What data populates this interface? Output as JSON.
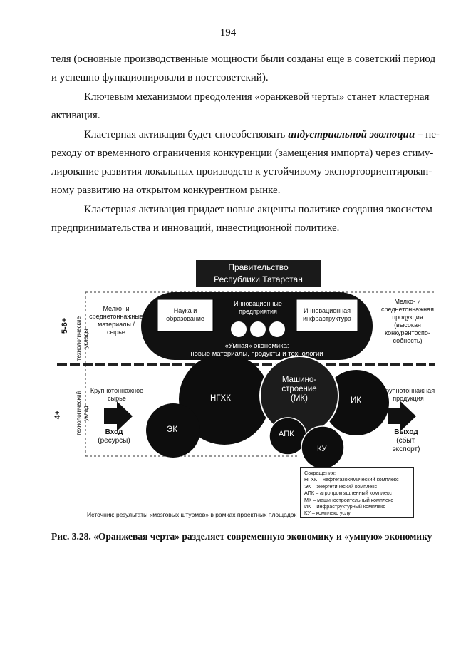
{
  "page_number": "194",
  "paragraphs": [
    {
      "lines": [
        "теля (основные производственные мощности были созданы еще в советский период",
        "и успешно функционировали в постсоветский)."
      ]
    },
    {
      "lines": [
        "Ключевым механизмом преодоления «оранжевой черты» станет кластерная",
        "активация."
      ]
    },
    {
      "line1_before": "Кластерная активация будет способствовать ",
      "line1_emph": "индустриальной эволюции",
      "line1_after": " – пе-",
      "lines": [
        "реходу от временного ограничения конкуренции (замещения импорта) через стиму-",
        "лирование развития локальных производств к устойчивому экспортоориентирован-",
        "ному развитию на открытом конкурентном рынке."
      ]
    },
    {
      "lines": [
        "Кластерная активация придает новые акценты политике создания экосистем",
        "предпринимательства и инноваций, инвестиционной политике."
      ]
    }
  ],
  "figure": {
    "government": [
      "Правительство",
      "Республики Татарстан"
    ],
    "upper_level": {
      "title": "5-6+",
      "subtitle": [
        "технологические",
        "уклады"
      ]
    },
    "lower_level": {
      "title": "4+",
      "subtitle": [
        "технологический",
        "уклад"
      ]
    },
    "left_top": [
      "Мелко- и",
      "среднетоннажные",
      "материалы /",
      "сырье"
    ],
    "right_top": [
      "Мелко- и",
      "среднетоннажная",
      "продукция",
      "(высокая",
      "конкурентоспо-",
      "собность)"
    ],
    "science": [
      "Наука и",
      "образование"
    ],
    "innov_enterprises": [
      "Инновационные",
      "предприятия"
    ],
    "innov_infra": [
      "Инновационная",
      "инфраструктура"
    ],
    "smart_economy": [
      "«Умная» экономика:",
      "новые материалы, продукты и технологии"
    ],
    "left_bottom": [
      "Крупнотоннажное",
      "сырье"
    ],
    "right_bottom": [
      "Крупнотоннажная",
      "продукция"
    ],
    "input": {
      "title": "Вход",
      "sub": "(ресурсы)"
    },
    "output": {
      "title": "Выход",
      "sub": [
        "(сбыт,",
        "экспорт)"
      ]
    },
    "circles": {
      "ngkh": "НГХК",
      "mk": [
        "Машино-",
        "строение",
        "(МК)"
      ],
      "ik": "ИК",
      "ek": "ЭК",
      "apk": "АПК",
      "ku": "КУ"
    },
    "abbreviations": {
      "title": "Сокращения:",
      "items": [
        "НГХК – нефтегазохимический  комплекс",
        "ЭК – энергетический комплекс",
        "АПК – агропромышленный комплекс",
        "МК – машиностроительный комплекс",
        "ИК – инфраструктурный комплекс",
        "КУ – комплекс услуг"
      ]
    },
    "source": "Источник: результаты «мозговых штурмов» в рамках проектных площадок"
  },
  "caption": "Рис. 3.28. «Оранжевая черта» разделяет современную экономику и «умную» экономику"
}
